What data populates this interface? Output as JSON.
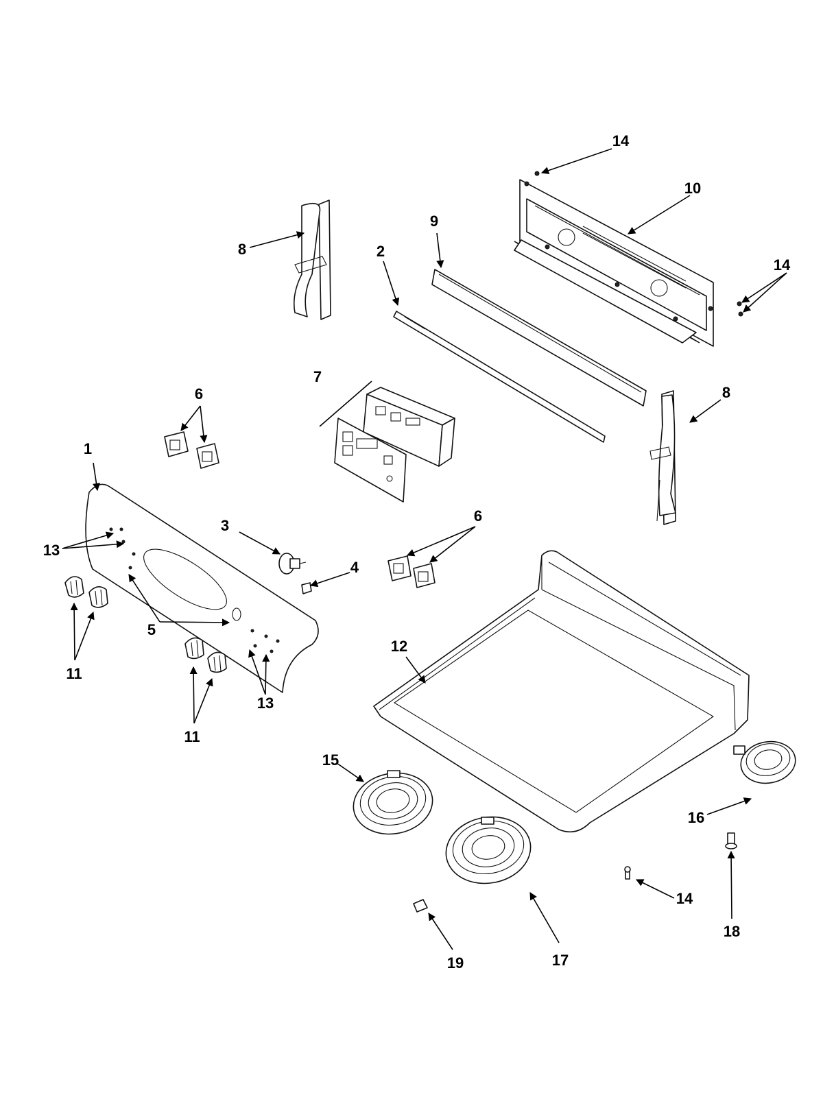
{
  "diagram": {
    "callouts": [
      "1",
      "2",
      "3",
      "4",
      "5",
      "6",
      "6",
      "7",
      "8",
      "8",
      "9",
      "10",
      "11",
      "11",
      "12",
      "13",
      "13",
      "14",
      "14",
      "14",
      "15",
      "16",
      "17",
      "18",
      "19"
    ]
  }
}
